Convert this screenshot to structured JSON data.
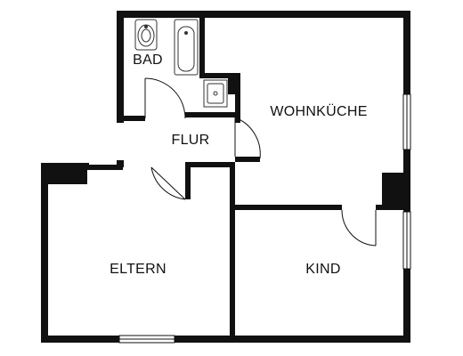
{
  "rooms": {
    "bad": "BAD",
    "flur": "FLUR",
    "wohnkueche": "WOHNKÜCHE",
    "eltern": "ELTERN",
    "kind": "KIND"
  },
  "colors": {
    "wall": "#111111",
    "background": "#ffffff",
    "fixture_line": "#333333"
  },
  "icons": {
    "washbasin": "washbasin-icon",
    "bathtub": "bathtub-icon",
    "sink": "kitchen-sink-icon",
    "door_swing": "door-swing-arc",
    "window": "window-glazing"
  }
}
